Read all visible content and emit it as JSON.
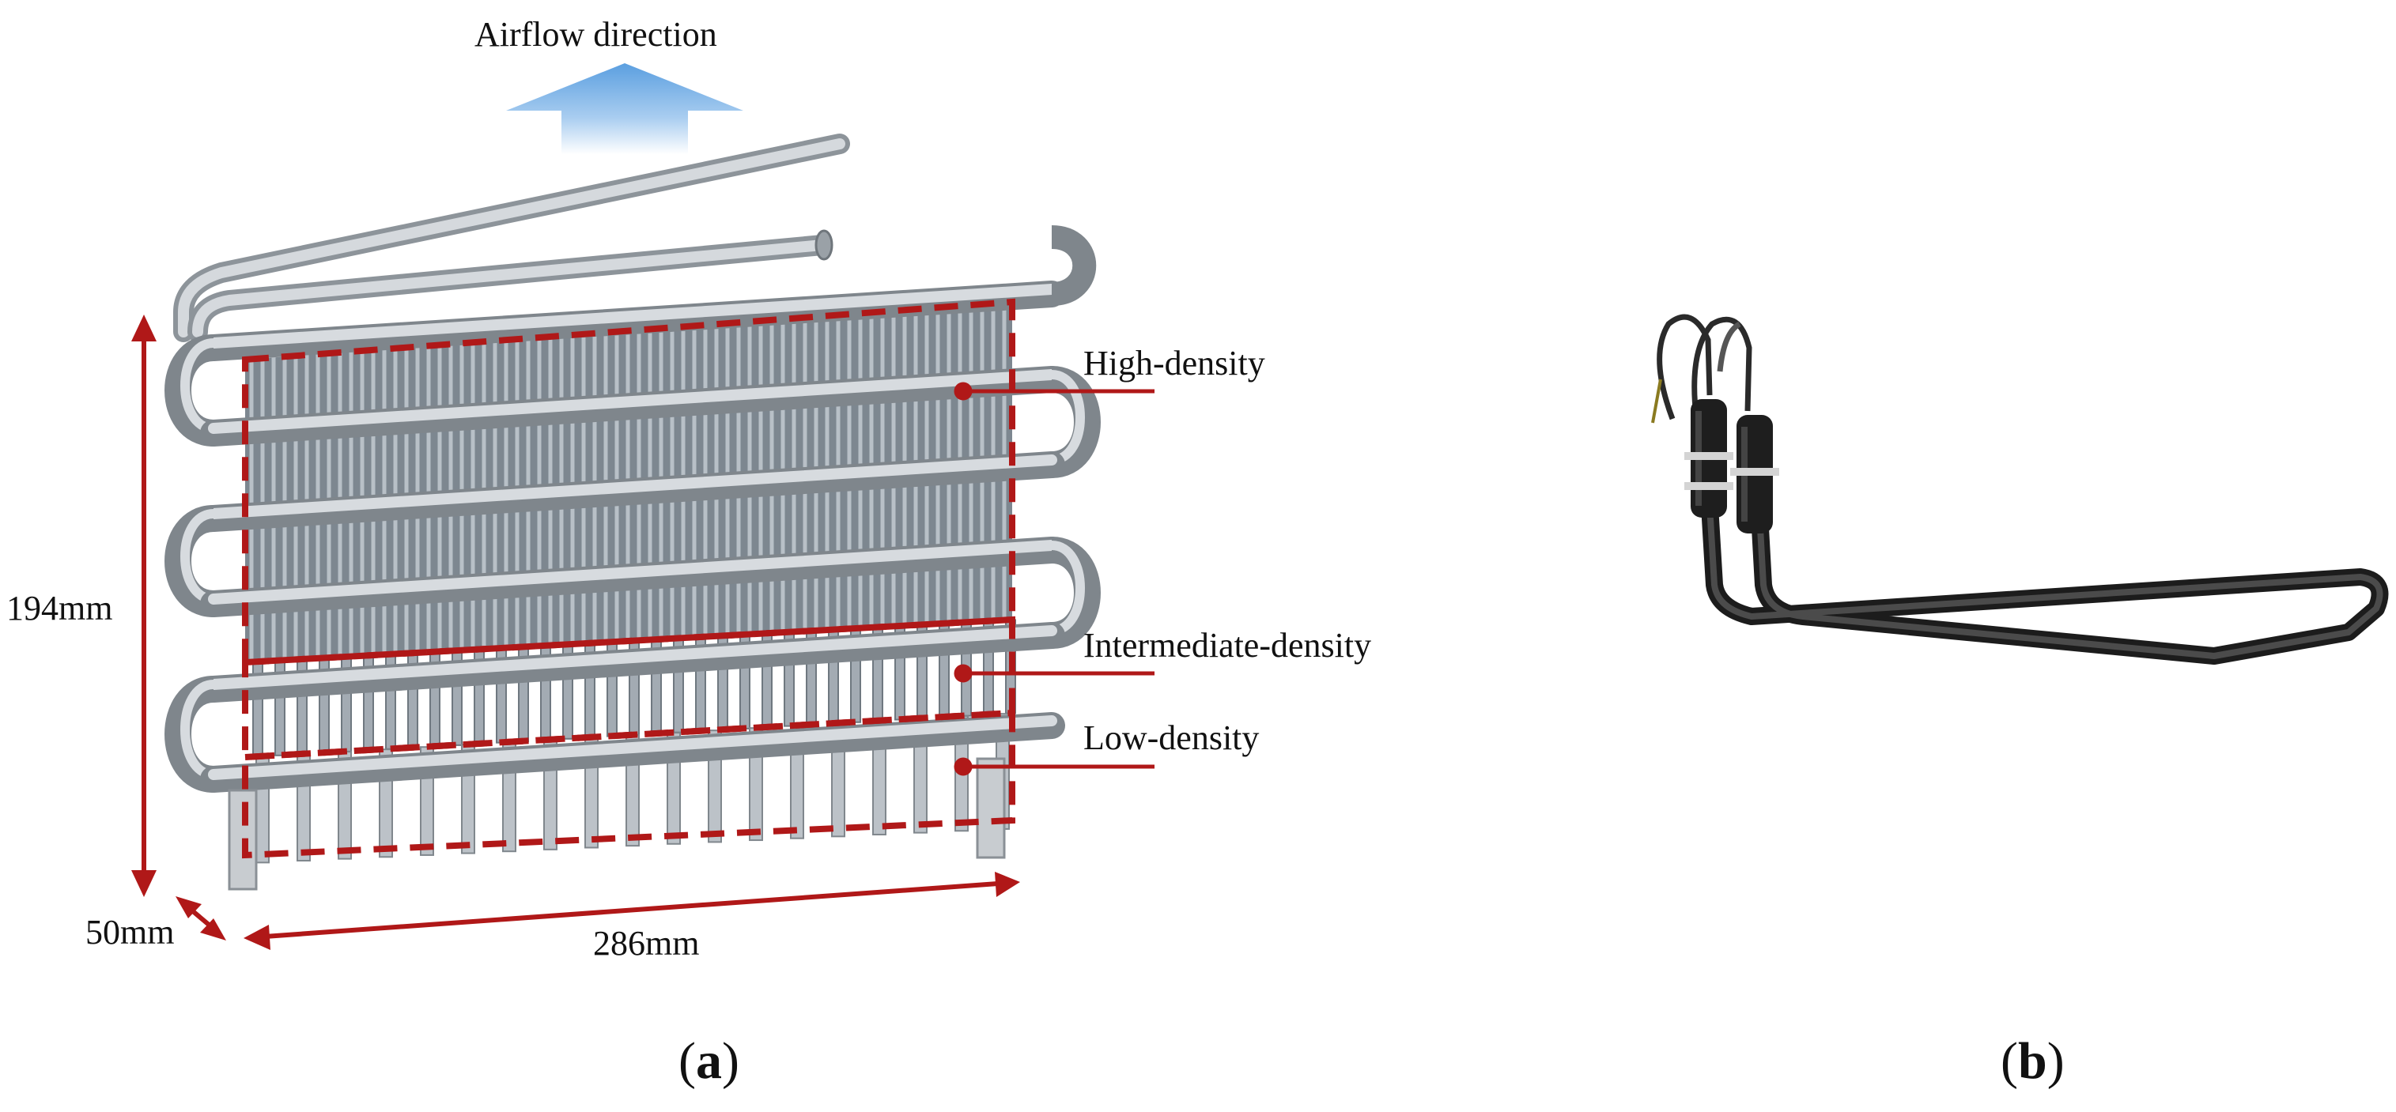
{
  "figure": {
    "airflow_label": "Airflow direction",
    "zones": [
      {
        "label": "High-density"
      },
      {
        "label": "Intermediate-density"
      },
      {
        "label": "Low-density"
      }
    ],
    "dimensions": {
      "height": "194mm",
      "depth": "50mm",
      "width": "286mm"
    },
    "panels": [
      {
        "open": "(",
        "letter": "a",
        "close": ")"
      },
      {
        "open": "(",
        "letter": "b",
        "close": ")"
      }
    ],
    "colors": {
      "annotation_red": "#b01818",
      "airflow_arrow": "#6aa9e2",
      "fin_gray": "#8b949c",
      "tube_gray": "#b9bec3",
      "heater_black": "#2a2a2a"
    }
  }
}
